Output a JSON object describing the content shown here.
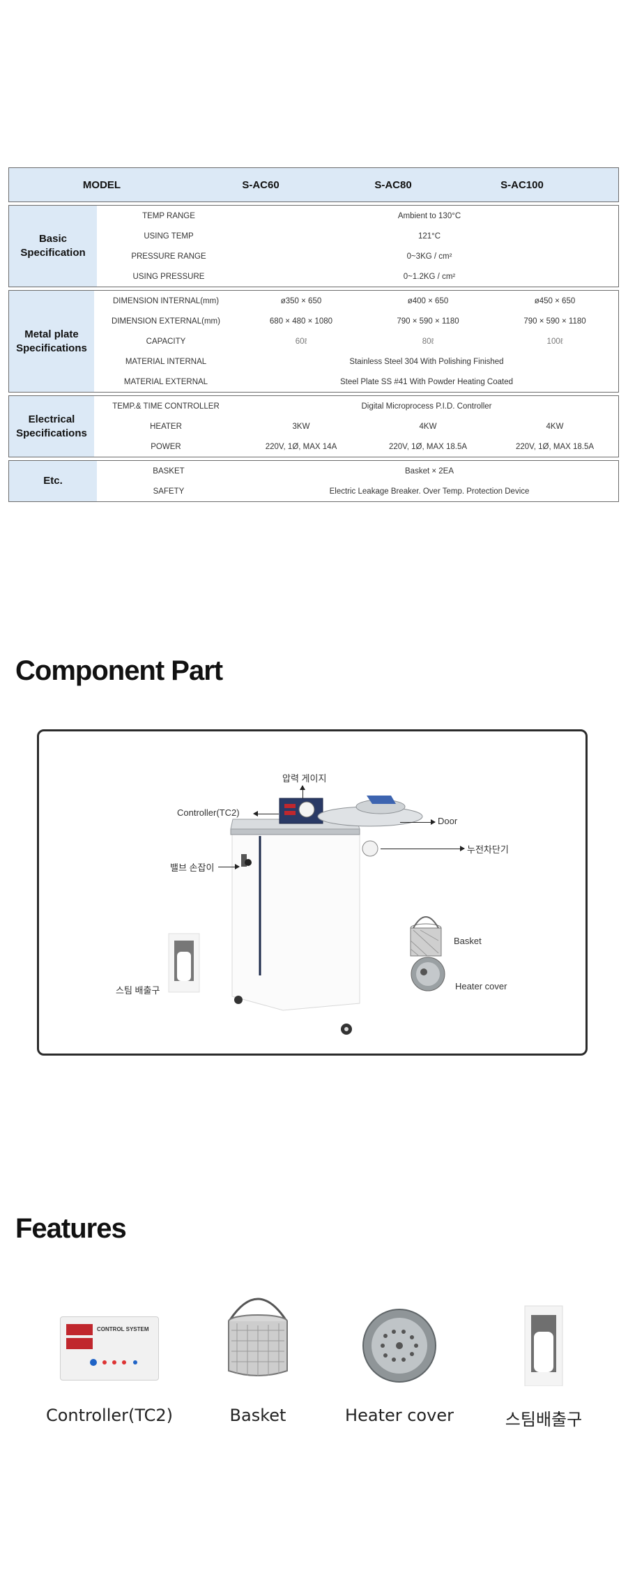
{
  "spec_table": {
    "header": {
      "model_label": "MODEL",
      "models": [
        "S-AC60",
        "S-AC80",
        "S-AC100"
      ]
    },
    "groups": [
      {
        "title_line1": "Basic",
        "title_line2": "Specification",
        "rows": [
          {
            "label": "TEMP RANGE",
            "value": "Ambient to 130°C"
          },
          {
            "label": "USING TEMP",
            "value": "121°C"
          },
          {
            "label": "PRESSURE RANGE",
            "value": "0~3KG / cm²"
          },
          {
            "label": "USING PRESSURE",
            "value": "0~1.2KG / cm²"
          }
        ]
      },
      {
        "title_line1": "Metal plate",
        "title_line2": "Specifications",
        "rows": [
          {
            "label": "DIMENSION INTERNAL(mm)",
            "values": [
              "ø350 × 650",
              "ø400 × 650",
              "ø450 × 650"
            ]
          },
          {
            "label": "DIMENSION EXTERNAL(mm)",
            "values": [
              "680 × 480 × 1080",
              "790 × 590 × 1180",
              "790 × 590 × 1180"
            ]
          },
          {
            "label": "CAPACITY",
            "values": [
              "60ℓ",
              "80ℓ",
              "100ℓ"
            ]
          },
          {
            "label": "MATERIAL INTERNAL",
            "value": "Stainless Steel 304 With Polishing Finished"
          },
          {
            "label": "MATERIAL EXTERNAL",
            "value": "Steel Plate SS #41 With Powder Heating Coated"
          }
        ]
      },
      {
        "title_line1": "Electrical",
        "title_line2": "Specifications",
        "rows": [
          {
            "label": "TEMP.& TIME CONTROLLER",
            "value": "Digital Microprocess P.I.D. Controller"
          },
          {
            "label": "HEATER",
            "values": [
              "3KW",
              "4KW",
              "4KW"
            ]
          },
          {
            "label": "POWER",
            "values": [
              "220V, 1Ø, MAX 14A",
              "220V, 1Ø, MAX 18.5A",
              "220V, 1Ø, MAX 18.5A"
            ]
          }
        ]
      },
      {
        "title_line1": "Etc.",
        "title_line2": "",
        "rows": [
          {
            "label": "BASKET",
            "value": "Basket × 2EA"
          },
          {
            "label": "SAFETY",
            "value": "Electric Leakage Breaker. Over Temp. Protection Device"
          }
        ]
      }
    ]
  },
  "component": {
    "heading": "Component Part",
    "labels": {
      "gauge": "압력 게이지",
      "controller": "Controller(TC2)",
      "door": "Door",
      "breaker": "누전차단기",
      "valve": "밸브 손잡이",
      "basket": "Basket",
      "heater_cover": "Heater cover",
      "steam_outlet": "스팀 배출구"
    }
  },
  "features": {
    "heading": "Features",
    "items": [
      {
        "caption": "Controller(TC2)",
        "icon": "controller-panel-icon",
        "panel_text": "CONTROL SYSTEM"
      },
      {
        "caption": "Basket",
        "icon": "basket-icon"
      },
      {
        "caption": "Heater cover",
        "icon": "heater-cover-icon"
      },
      {
        "caption": "스팀배출구",
        "icon": "steam-outlet-icon"
      }
    ]
  },
  "colors": {
    "header_bg": "#dce9f6",
    "border": "#6b6b6b",
    "accent_blue": "#1f63c6"
  }
}
